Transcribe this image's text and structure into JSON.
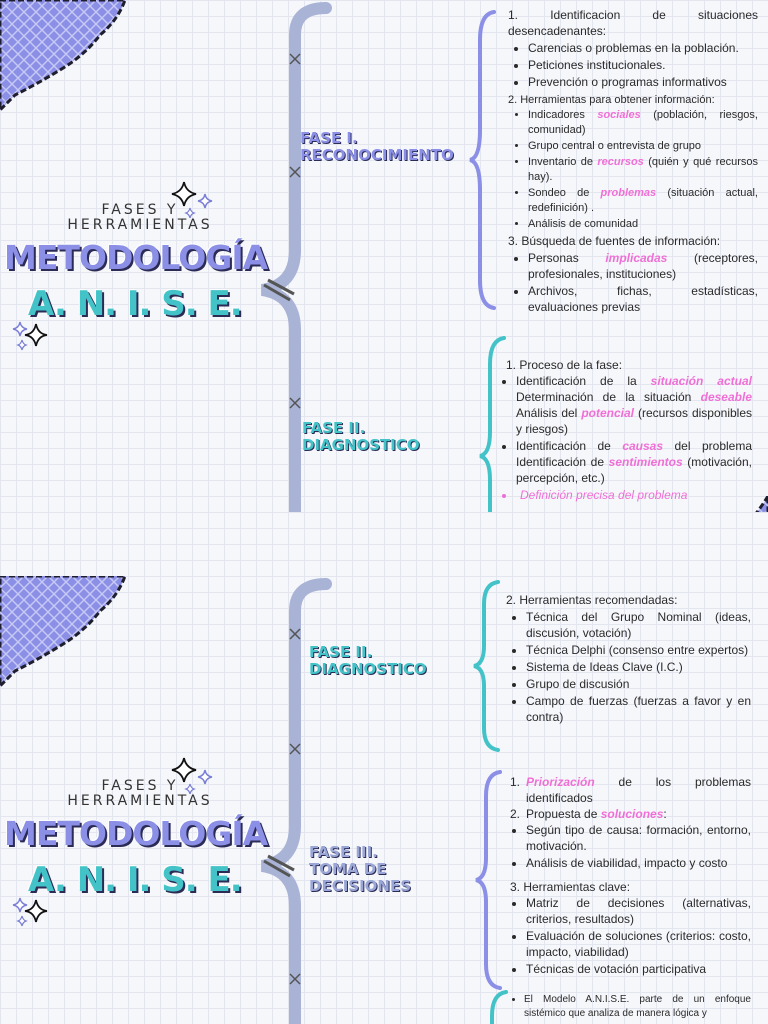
{
  "subtitle": [
    "FASES Y",
    "HERRAMIENTAS"
  ],
  "title_line1": "METODOLOGÍA",
  "title_line2": "A. N. I. S. E.",
  "colors": {
    "purple": "#8b8fe6",
    "teal": "#43c3c8",
    "pink": "#f06fd6",
    "spine": "#a8b3d6"
  },
  "phase1": {
    "label": [
      "FASE I.",
      "RECONOCIMIENTO"
    ],
    "s1_title": "1.   Identificacion de situaciones desencadenantes:",
    "s1_items": [
      "Carencias o problemas en la población.",
      "Peticiones institucionales.",
      "Prevención o programas informativos"
    ],
    "s2_title": "2.   Herramientas para obtener información:",
    "s2_items": [
      {
        "pre": "Indicadores ",
        "hl": "sociales",
        "post": " (población, riesgos, comunidad)"
      },
      {
        "pre": "Grupo central o entrevista de grupo",
        "hl": "",
        "post": ""
      },
      {
        "pre": "Inventario de ",
        "hl": "recursos",
        "post": " (quién y qué recursos hay)."
      },
      {
        "pre": "Sondeo de ",
        "hl": "problemas",
        "post": " (situación actual, redefinición) ."
      },
      {
        "pre": "Análisis de comunidad",
        "hl": "",
        "post": ""
      }
    ],
    "s3_title": "3.   Búsqueda de fuentes de información:",
    "s3_items": [
      {
        "pre": "Personas ",
        "hl": "implicadas",
        "post": " (receptores, profesionales, instituciones)"
      },
      {
        "pre": "Archivos, fichas, estadísticas, evaluaciones previas",
        "hl": "",
        "post": ""
      }
    ]
  },
  "phase2a": {
    "label": [
      "FASE II.",
      "DIAGNOSTICO"
    ],
    "s1_title": "1. Proceso de la fase:",
    "b1_pre": "Identificación de la ",
    "b1_hl": "situación actual",
    "b1_mid": " Determinación de la situación ",
    "b1_hl2": "deseable",
    "b1_mid2": " Análisis del ",
    "b1_hl3": "potencial",
    "b1_post": " (recursos disponibles y riesgos)",
    "b2_pre": "Identificación de ",
    "b2_hl": "causas",
    "b2_mid": " del problema Identificación de ",
    "b2_hl2": "sentimientos",
    "b2_post": " (motivación, percepción, etc.)",
    "b3": "Definición precisa del problema"
  },
  "phase2b": {
    "label": [
      "FASE II.",
      "DIAGNOSTICO"
    ],
    "s2_title": "2.   Herramientas recomendadas:",
    "s2_items": [
      "Técnica del Grupo Nominal (ideas, discusión, votación)",
      "Técnica Delphi (consenso entre expertos)",
      "Sistema de Ideas Clave (I.C.)",
      "Grupo de discusión",
      "Campo de fuerzas (fuerzas a favor y en contra)"
    ]
  },
  "phase3": {
    "label": [
      "FASE III.",
      "TOMA DE",
      "DECISIONES"
    ],
    "s1_hl": "Priorización",
    "s1_post": " de los problemas identificados",
    "s2_pre": "Propuesta de ",
    "s2_hl": "soluciones",
    "s2_post": ":",
    "s2_items": [
      "Según tipo de causa: formación, entorno, motivación.",
      "Análisis de viabilidad, impacto y costo"
    ],
    "s3_title": "3.   Herramientas clave:",
    "s3_items": [
      "Matriz de decisiones (alternativas, criterios, resultados)",
      "Evaluación de soluciones (criterios: costo, impacto, viabilidad)",
      "Técnicas de votación participativa"
    ]
  },
  "bottom_note": "El Modelo A.N.I.S.E. parte de un enfoque sistémico que analiza de manera lógica y"
}
